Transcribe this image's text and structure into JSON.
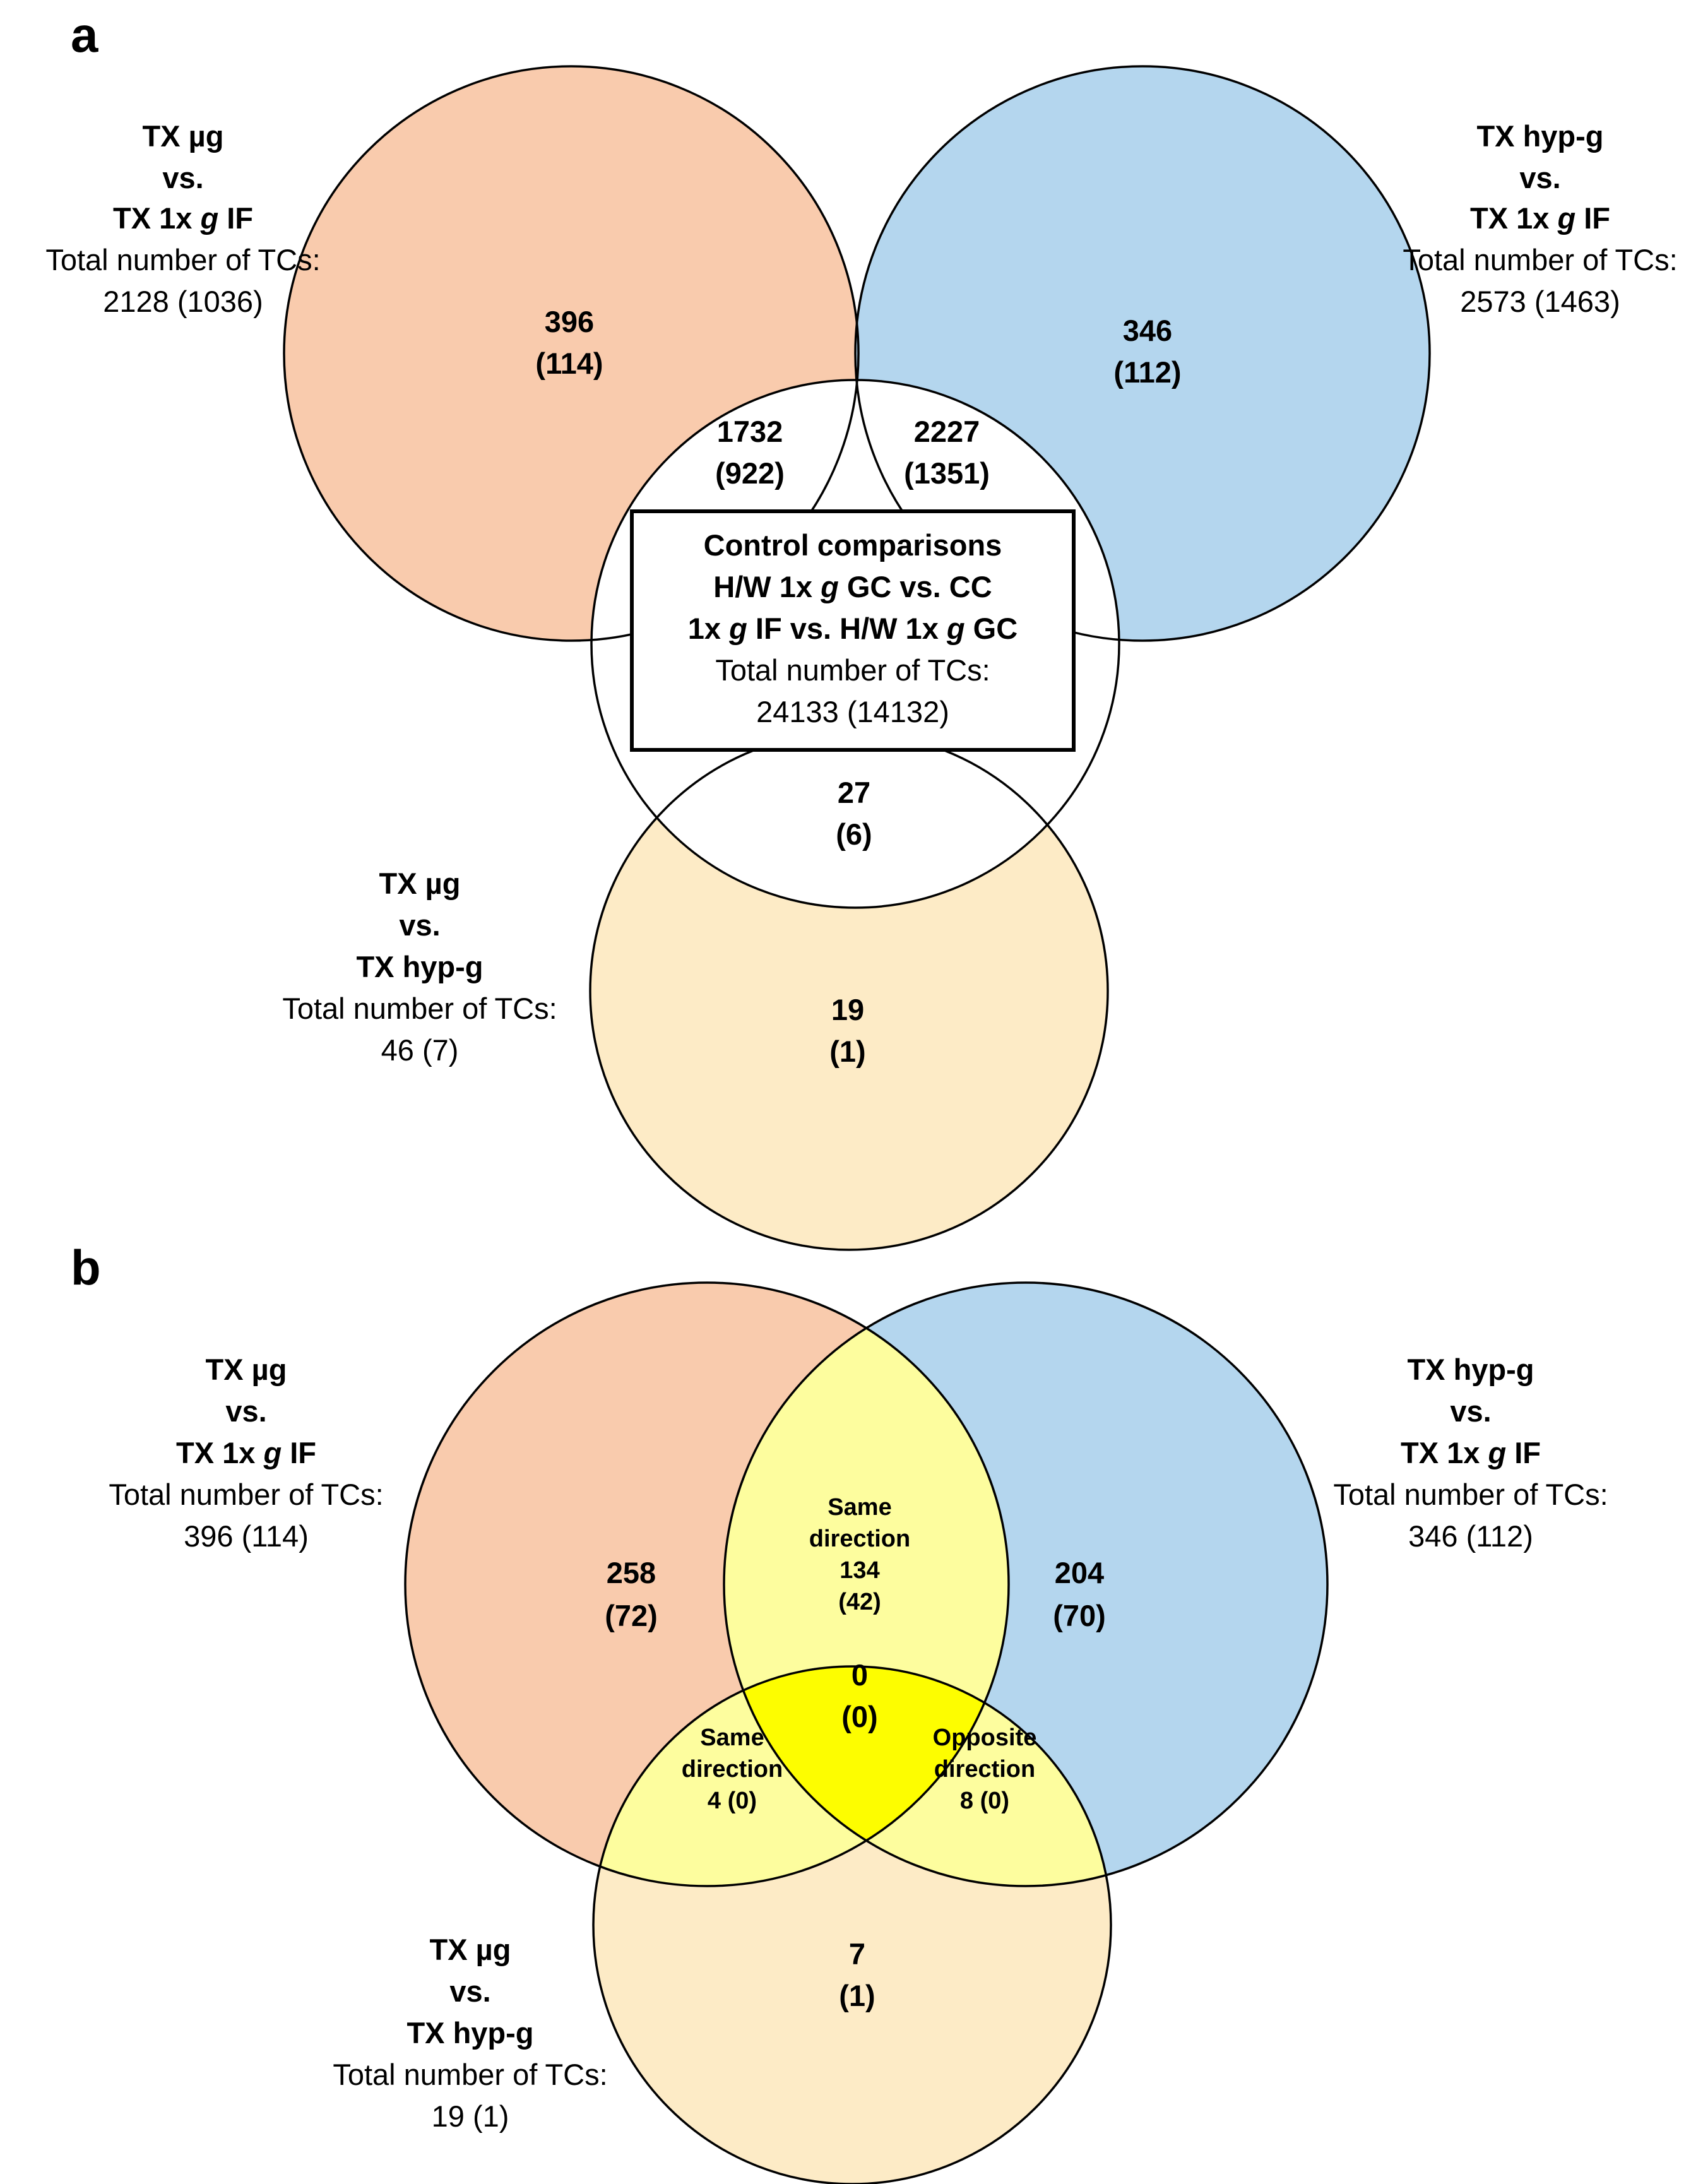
{
  "colors": {
    "orange": "#f9cbad",
    "blue": "#b4d6ee",
    "cream": "#fdebc6",
    "yellow_light": "#fdfd9e",
    "yellow_center": "#fdfd00",
    "white": "#ffffff",
    "stroke": "#000000"
  },
  "panel_a": {
    "letter": "a",
    "labels": {
      "left": {
        "l1": "TX µg",
        "l2": "vs.",
        "l3a": "TX 1x ",
        "l3g": "g",
        "l3b": " IF",
        "l4": "Total number of TCs:",
        "l5": "2128 (1036)"
      },
      "right": {
        "l1": "TX hyp-g",
        "l2": "vs.",
        "l3a": "TX 1x ",
        "l3g": "g",
        "l3b": " IF",
        "l4": "Total number of TCs:",
        "l5": "2573 (1463)"
      },
      "bottom": {
        "l1": "TX µg",
        "l2": "vs.",
        "l3": "TX hyp-g",
        "l4": "Total number of TCs:",
        "l5": "46 (7)"
      }
    },
    "regions": {
      "orange_only": {
        "n": "396",
        "p": "(114)"
      },
      "blue_only": {
        "n": "346",
        "p": "(112)"
      },
      "orange_center": {
        "n": "1732",
        "p": "(922)"
      },
      "blue_center": {
        "n": "2227",
        "p": "(1351)"
      },
      "cream_center": {
        "n": "27",
        "p": "(6)"
      },
      "cream_only": {
        "n": "19",
        "p": "(1)"
      }
    },
    "control_box": {
      "l1": "Control comparisons",
      "l2a": "H/W 1x ",
      "l2g": "g",
      "l2b": " GC vs. CC",
      "l3a": "1x ",
      "l3g": "g",
      "l3b": " IF vs. H/W 1x ",
      "l3g2": "g",
      "l3c": " GC",
      "l4": "Total number of TCs:",
      "l5": "24133 (14132)"
    }
  },
  "panel_b": {
    "letter": "b",
    "labels": {
      "left": {
        "l1": "TX µg",
        "l2": "vs.",
        "l3a": "TX 1x ",
        "l3g": "g",
        "l3b": " IF",
        "l4": "Total number of TCs:",
        "l5": "396 (114)"
      },
      "right": {
        "l1": "TX hyp-g",
        "l2": "vs.",
        "l3a": "TX 1x ",
        "l3g": "g",
        "l3b": " IF",
        "l4": "Total number of TCs:",
        "l5": "346 (112)"
      },
      "bottom": {
        "l1": "TX µg",
        "l2": "vs.",
        "l3": "TX hyp-g",
        "l4": "Total number of TCs:",
        "l5": "19 (1)"
      }
    },
    "regions": {
      "orange_only": {
        "n": "258",
        "p": "(72)"
      },
      "blue_only": {
        "n": "204",
        "p": "(70)"
      },
      "cream_only": {
        "n": "7",
        "p": "(1)"
      },
      "center": {
        "n": "0",
        "p": "(0)"
      },
      "orange_blue": {
        "l1": "Same",
        "l2": "direction",
        "n": "134",
        "p": "(42)"
      },
      "orange_cream": {
        "l1": "Same",
        "l2": "direction",
        "v": "4 (0)"
      },
      "blue_cream": {
        "l1": "Opposite",
        "l2": "direction",
        "v": "8 (0)"
      }
    }
  }
}
